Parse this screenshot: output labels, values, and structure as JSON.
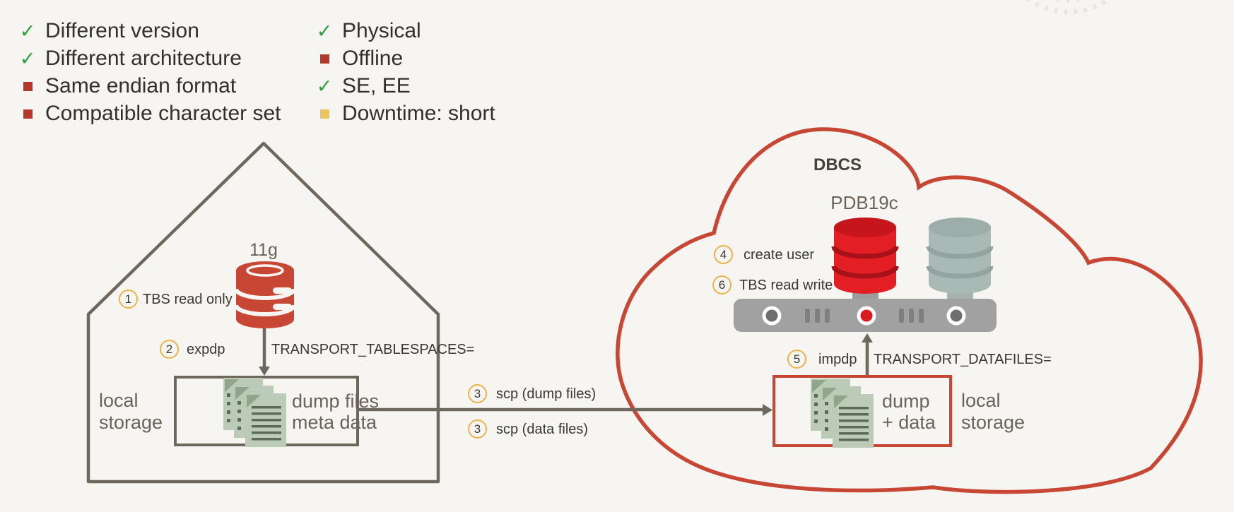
{
  "colors": {
    "background": "#f7f5f1",
    "accent_red": "#c74634",
    "bright_red": "#e31e25",
    "sage": "#a9bab6",
    "gold_ring": "#ecb24c",
    "green_check": "#2f9e41",
    "bullet_red": "#b7382a",
    "bullet_yellow": "#ecc35c",
    "dark_text": "#332f2b",
    "gray_text": "#6b635a",
    "line_gray": "#6e675e",
    "page_sage": "#bccbb7"
  },
  "checklist": {
    "column1": [
      {
        "icon": "check",
        "label": "Different version"
      },
      {
        "icon": "check",
        "label": "Different architecture"
      },
      {
        "icon": "square_red",
        "label": "Same endian format"
      },
      {
        "icon": "square_red",
        "label": "Compatible character set"
      }
    ],
    "column2": [
      {
        "icon": "check",
        "label": "Physical"
      },
      {
        "icon": "square_red",
        "label": "Offline"
      },
      {
        "icon": "check",
        "label": "SE, EE"
      },
      {
        "icon": "square_yellow",
        "label": "Downtime: short"
      }
    ]
  },
  "source_house": {
    "db_version": "11g",
    "step1": {
      "num": "1",
      "label": "TBS read only"
    },
    "step2": {
      "num": "2",
      "command": "expdp",
      "argument": "TRANSPORT_TABLESPACES="
    },
    "storage_label": {
      "line1": "local",
      "line2": "storage"
    },
    "dump_box": {
      "line1": "dump files",
      "line2": "meta data"
    }
  },
  "transfer": {
    "step3_dump": {
      "num": "3",
      "label": "scp (dump files)"
    },
    "step3_data": {
      "num": "3",
      "label": "scp (data files)"
    }
  },
  "cloud": {
    "title": "DBCS",
    "db_name": "PDB19c",
    "step4": {
      "num": "4",
      "label": "create user"
    },
    "step6": {
      "num": "6",
      "label": "TBS read write"
    },
    "step5": {
      "num": "5",
      "command": "impdp",
      "argument": "TRANSPORT_DATAFILES="
    },
    "dump_box": {
      "line1": "dump",
      "line2": "+ data"
    },
    "storage_label": {
      "line1": "local",
      "line2": "storage"
    }
  }
}
